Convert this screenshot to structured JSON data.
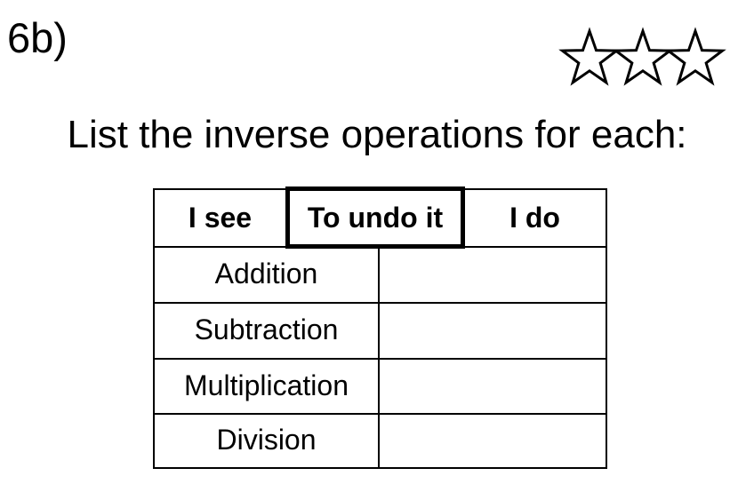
{
  "content": {
    "question_label": "6b)",
    "heading": "List the inverse operations for each:",
    "difficulty": {
      "stars_count": 3,
      "star_icon": "white-outline-star"
    }
  },
  "table": {
    "headers": [
      {
        "label": "I see",
        "emphasized": false
      },
      {
        "label": "To undo it",
        "emphasized": true
      },
      {
        "label": "I do",
        "emphasized": false
      }
    ],
    "rows": [
      {
        "label": "Addition",
        "answer": ""
      },
      {
        "label": "Subtraction",
        "answer": ""
      },
      {
        "label": "Multiplication",
        "answer": ""
      },
      {
        "label": "Division",
        "answer": ""
      }
    ]
  },
  "colors": {
    "background": "#ffffff",
    "text": "#000000",
    "border": "#000000"
  }
}
